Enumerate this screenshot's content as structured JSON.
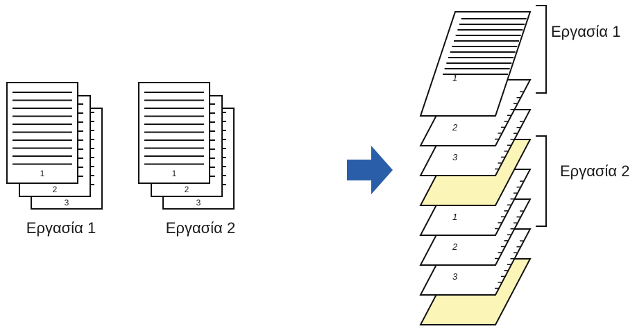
{
  "colors": {
    "ink": "#111111",
    "paper": "#ffffff",
    "separator": "#fcf5b8",
    "arrow": "#2a5ea8"
  },
  "left_jobs": [
    {
      "label": "Εργασία 1",
      "pages": [
        "1",
        "2",
        "3"
      ]
    },
    {
      "label": "Εργασία 2",
      "pages": [
        "1",
        "2",
        "3"
      ]
    }
  ],
  "arrow_icon": "right-arrow-icon",
  "output_stack": {
    "sheets": [
      {
        "kind": "separator"
      },
      {
        "kind": "page",
        "number": "3"
      },
      {
        "kind": "page",
        "number": "2"
      },
      {
        "kind": "page",
        "number": "1"
      },
      {
        "kind": "separator"
      },
      {
        "kind": "page",
        "number": "3"
      },
      {
        "kind": "page",
        "number": "2"
      },
      {
        "kind": "page",
        "number": "1",
        "lined": true
      }
    ],
    "brackets": [
      {
        "label": "Εργασία 1"
      },
      {
        "label": "Εργασία 2"
      }
    ]
  }
}
